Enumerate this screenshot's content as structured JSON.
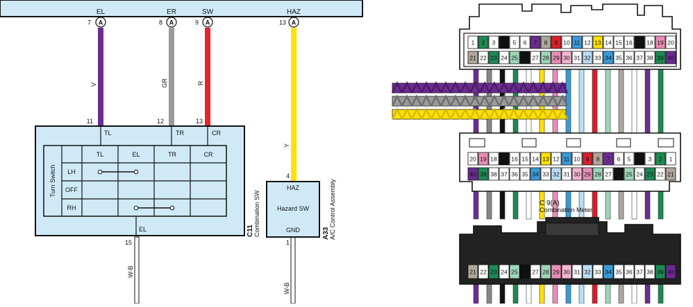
{
  "header_pins": [
    {
      "label": "EL",
      "pin": "7",
      "connector": "A"
    },
    {
      "label": "ER",
      "pin": "8",
      "connector": "A"
    },
    {
      "label": "SW",
      "pin": "9",
      "connector": "A"
    },
    {
      "label": "HAZ",
      "pin": "13",
      "connector": "A"
    }
  ],
  "wire_colors": {
    "V": "#6b2c91",
    "GR": "#9a9a9a",
    "R": "#e8232a",
    "Y": "#ffe200",
    "WB": "#ffffff"
  },
  "wire_labels": {
    "V": "V",
    "GR": "GR",
    "R": "R",
    "Y": "Y",
    "WB": "W-B"
  },
  "combination_sw": {
    "pin_tl": "11",
    "pin_tr": "12",
    "pin_cr": "13",
    "term_tl": "TL",
    "term_tr": "TR",
    "term_cr": "CR",
    "term_el": "EL",
    "pin_el": "15",
    "switch_label": "Turn Switch",
    "cols": [
      "TL",
      "EL",
      "TR",
      "CR"
    ],
    "rows": [
      "LH",
      "OFF",
      "RH"
    ],
    "code": "C11",
    "name": "Combination SW"
  },
  "hazard": {
    "pin_haz": "4",
    "pin_gnd": "1",
    "term_haz": "HAZ",
    "term_gnd": "GND",
    "name": "Hazard SW",
    "code": "A33",
    "assembly": "A/C Control Assembly"
  },
  "meter": {
    "code": "C 9(A)",
    "name": "Combination Meter"
  },
  "connector_top_row": [
    "1",
    "2",
    "3",
    "4",
    "5",
    "6",
    "7",
    "8",
    "9",
    "10",
    "11",
    "12",
    "13",
    "14",
    "15",
    "16",
    "17",
    "18",
    "19",
    "20"
  ],
  "connector_bottom_row": [
    "21",
    "22",
    "23",
    "24",
    "25",
    "26",
    "27",
    "28",
    "29",
    "30",
    "31",
    "32",
    "33",
    "34",
    "35",
    "36",
    "37",
    "38",
    "39",
    "40"
  ],
  "pin_colors": {
    "1": "#ffffff",
    "2": "#1c8a52",
    "3": "#ffffff",
    "4": "#111111",
    "5": "#ffffff",
    "6": "#ffffff",
    "7": "#6b2c91",
    "8": "#b0a79a",
    "9": "#d71f2a",
    "10": "#ffffff",
    "11": "#3a9ad9",
    "12": "#ffffff",
    "13": "#ffe200",
    "14": "#ffffff",
    "15": "#ffffff",
    "16": "#ffffff",
    "17": "#111111",
    "18": "#ffffff",
    "19": "#e88db6",
    "20": "#ffffff",
    "21": "#b0a79a",
    "22": "#ffffff",
    "23": "#1c8a52",
    "24": "#ffffff",
    "25": "#9fd6b8",
    "26": "#111111",
    "27": "#ffffff",
    "28": "#9fd6b8",
    "29": "#e88db6",
    "30": "#f4b8d0",
    "31": "#ffffff",
    "32": "#b9def5",
    "33": "#ffffff",
    "34": "#3a9ad9",
    "35": "#ffffff",
    "36": "#ffffff",
    "37": "#ffffff",
    "38": "#ffffff",
    "39": "#1c8a52",
    "40": "#6b2c91"
  },
  "harness_strands": [
    "#6b2c91",
    "#888888",
    "#111111",
    "#1c8a52",
    "#ffffff",
    "#ffe200",
    "#e88db6",
    "#3a9ad9",
    "#b9def5",
    "#d71f2a",
    "#9fd6b8",
    "#b0a79a",
    "#ffffff",
    "#6b2c91",
    "#1c8a52"
  ]
}
